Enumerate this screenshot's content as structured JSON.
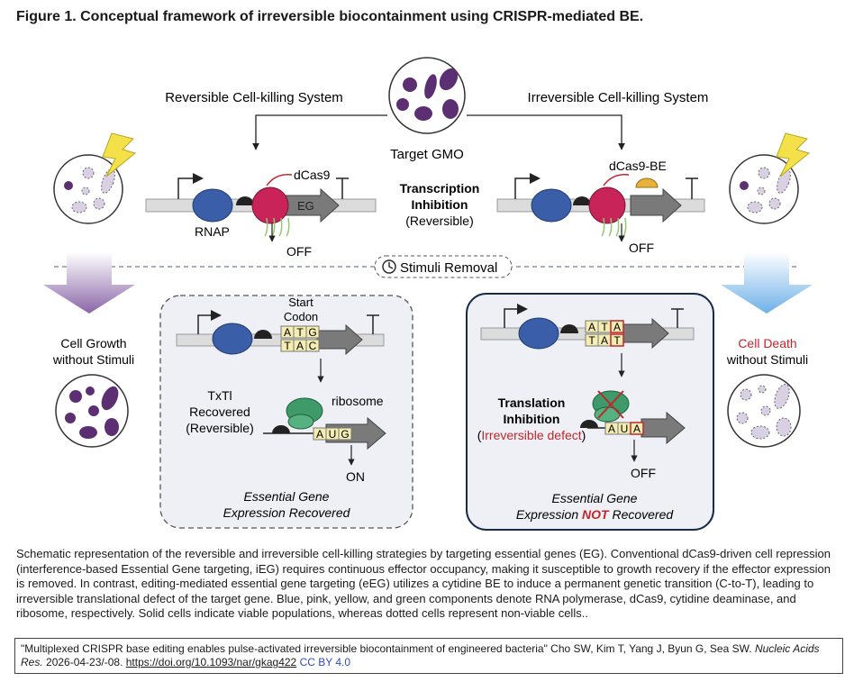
{
  "title": "Figure 1. Conceptual framework of irreversible biocontainment using CRISPR-mediated BE.",
  "figure": {
    "reversible_system": "Reversible Cell-killing System",
    "irreversible_system": "Irreversible Cell-killing System",
    "target_gmo": "Target GMO",
    "dcas9": "dCas9",
    "dcas9_be": "dCas9-BE",
    "rnap": "RNAP",
    "eg": "EG",
    "off": "OFF",
    "on": "ON",
    "transcription_inhibition_1": "Transcription",
    "transcription_inhibition_2": "Inhibition",
    "transcription_inhibition_3": "(Reversible)",
    "stimuli_removal": "Stimuli Removal",
    "cell_growth_1": "Cell Growth",
    "cell_growth_2": "without Stimuli",
    "cell_death_1": "Cell Death",
    "cell_death_2": "without Stimuli",
    "start_codon_1": "Start",
    "start_codon_2": "Codon",
    "codon_top": [
      "A",
      "T",
      "G"
    ],
    "codon_bottom": [
      "T",
      "A",
      "C"
    ],
    "edited_top": [
      "A",
      "T",
      "A"
    ],
    "edited_bottom": [
      "T",
      "A",
      "T"
    ],
    "ribosome": "ribosome",
    "aug": [
      "A",
      "U",
      "G"
    ],
    "aua": [
      "A",
      "U",
      "A"
    ],
    "txtl_1": "TxTl",
    "txtl_2": "Recovered",
    "txtl_3": "(Reversible)",
    "translation_inhibition_1": "Translation",
    "translation_inhibition_2": "Inhibition",
    "irreversible_defect_open": "(",
    "irreversible_defect": "Irreversible defect",
    "irreversible_defect_close": ")",
    "essential_gene_left_1": "Essential Gene",
    "essential_gene_left_2": "Expression Recovered",
    "essential_gene_right_1": "Essential Gene",
    "essential_gene_right_2a": "Expression ",
    "essential_gene_right_2b": "NOT",
    "essential_gene_right_2c": " Recovered"
  },
  "colors": {
    "rnap": "#3b5ea8",
    "dcas9": "#c8245a",
    "deaminase": "#e8b13a",
    "ribosome": "#3f9a6a",
    "cell": "#5b2f72",
    "cell_dotted": "#d9d1e3",
    "red": "#c0272d",
    "codon": "#f4ecb0",
    "arrow_purple": "#9a7cb3",
    "arrow_blue": "#7fb8e8"
  },
  "caption": "Schematic representation of the reversible and irreversible cell-killing strategies by targeting essential genes (EG). Conventional dCas9-driven cell repression (interference-based Essential Gene targeting, iEG) requires continuous effector occupancy, making it susceptible to growth recovery if the effector expression is removed. In contrast, editing-mediated essential gene targeting (eEG) utilizes a cytidine BE to induce a permanent genetic transition (C-to-T), leading to irreversible translational defect of the target gene. Blue, pink, yellow, and green components denote RNA polymerase, dCas9, cytidine deaminase, and ribosome, respectively. Solid cells indicate viable populations, whereas dotted cells represent non-viable cells..",
  "citation": {
    "text_a": "\"Multiplexed CRISPR base editing enables pulse-activated irreversible biocontainment of engineered bacteria\" Cho SW, Kim T, Yang J, Byun G, Sea SW. ",
    "journal": "Nucleic Acids Res.",
    "text_b": " 2026-04-23/-08. ",
    "doi": "https://doi.org/10.1093/nar/gkag422",
    "license": "CC BY 4.0"
  }
}
